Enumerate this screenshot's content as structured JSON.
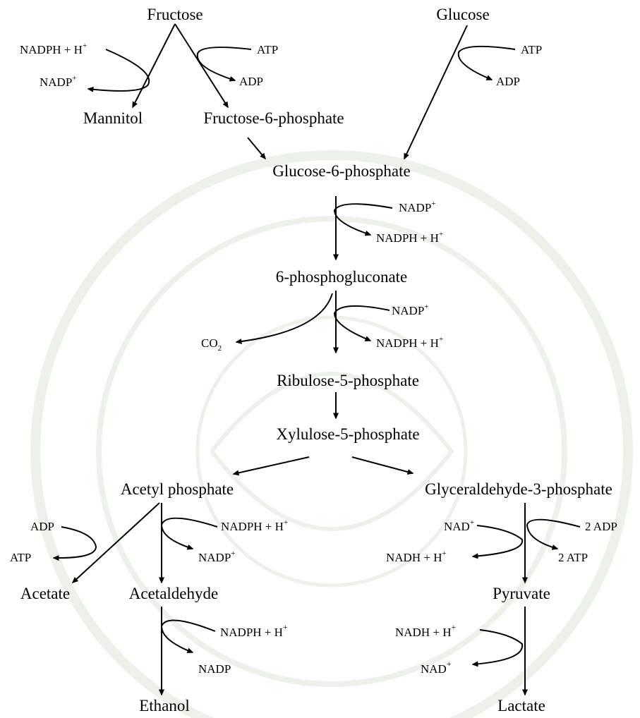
{
  "nodes": {
    "fructose": "Fructose",
    "glucose": "Glucose",
    "mannitol": "Mannitol",
    "fructose_6_phosphate": "Fructose-6-phosphate",
    "glucose_6_phosphate": "Glucose-6-phosphate",
    "phosphogluconate_6": "6-phosphogluconate",
    "ribulose_5_phosphate": "Ribulose-5-phosphate",
    "xylulose_5_phosphate": "Xylulose-5-phosphate",
    "acetyl_phosphate": "Acetyl phosphate",
    "glyceraldehyde_3_phosphate": "Glyceraldehyde-3-phosphate",
    "acetate": "Acetate",
    "acetaldehyde": "Acetaldehyde",
    "pyruvate": "Pyruvate",
    "ethanol": "Ethanol",
    "lactate": "Lactate"
  },
  "cofactors": {
    "mannitol_in": {
      "base": "NADPH + H",
      "sup": "+",
      "sub": ""
    },
    "mannitol_out": {
      "base": "NADP",
      "sup": "+",
      "sub": ""
    },
    "fructokinase_in": {
      "base": "ATP",
      "sup": "",
      "sub": ""
    },
    "fructokinase_out": {
      "base": "ADP",
      "sup": "",
      "sub": ""
    },
    "glucokinase_in": {
      "base": "ATP",
      "sup": "",
      "sub": ""
    },
    "glucokinase_out": {
      "base": "ADP",
      "sup": "",
      "sub": ""
    },
    "g6pdh_in": {
      "base": "NADP",
      "sup": "+",
      "sub": ""
    },
    "g6pdh_out": {
      "base": "NADPH + H",
      "sup": "+",
      "sub": ""
    },
    "pgdh_in": {
      "base": "NADP",
      "sup": "+",
      "sub": ""
    },
    "pgdh_out": {
      "base": "NADPH + H",
      "sup": "+",
      "sub": ""
    },
    "co2": {
      "base": "CO",
      "sup": "",
      "sub": "2"
    },
    "acetate_kinase_in": {
      "base": "ADP",
      "sup": "",
      "sub": ""
    },
    "acetate_kinase_out": {
      "base": "ATP",
      "sup": "",
      "sub": ""
    },
    "acetyl_red_in": {
      "base": "NADPH + H",
      "sup": "+",
      "sub": ""
    },
    "acetyl_red_out": {
      "base": "NADP",
      "sup": "+",
      "sub": ""
    },
    "gap_nad_in": {
      "base": "NAD",
      "sup": "+",
      "sub": ""
    },
    "gap_nad_out": {
      "base": "NADH + H",
      "sup": "+",
      "sub": ""
    },
    "gap_adp_in": {
      "base": "2 ADP",
      "sup": "",
      "sub": ""
    },
    "gap_atp_out": {
      "base": "2 ATP",
      "sup": "",
      "sub": ""
    },
    "adh_in": {
      "base": "NADPH + H",
      "sup": "+",
      "sub": ""
    },
    "adh_out": {
      "base": "NADP",
      "sup": "",
      "sub": ""
    },
    "ldh_in": {
      "base": "NADH + H",
      "sup": "+",
      "sub": ""
    },
    "ldh_out": {
      "base": "NAD",
      "sup": "+",
      "sub": ""
    }
  }
}
